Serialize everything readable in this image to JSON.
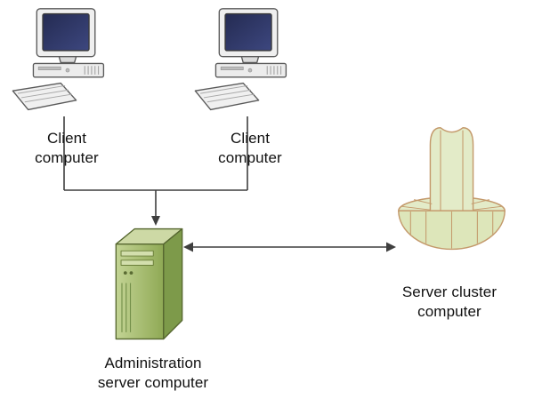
{
  "diagram": {
    "nodes": {
      "client1": {
        "label": "Client computer",
        "type": "client-computer"
      },
      "client2": {
        "label": "Client computer",
        "type": "client-computer"
      },
      "admin_server": {
        "label": "Administration server computer",
        "type": "tower-server"
      },
      "server_cluster": {
        "label": "Server cluster computer",
        "type": "server-cluster"
      }
    },
    "edges": [
      {
        "from": "client1",
        "to": "admin_server",
        "style": "single-arrow-into-admin"
      },
      {
        "from": "client2",
        "to": "admin_server",
        "style": "single-arrow-into-admin"
      },
      {
        "from": "admin_server",
        "to": "server_cluster",
        "style": "double-headed-arrow"
      }
    ],
    "colors": {
      "connector": "#3f3f3f",
      "server_green_light": "#cdd9a5",
      "server_green": "#a2b965",
      "server_green_dark": "#7d9a4a",
      "cluster_fill": "#e3ebc8",
      "cluster_outline": "#c49a6c",
      "screen_blue": "#2f3866",
      "background": "#ffffff"
    }
  }
}
